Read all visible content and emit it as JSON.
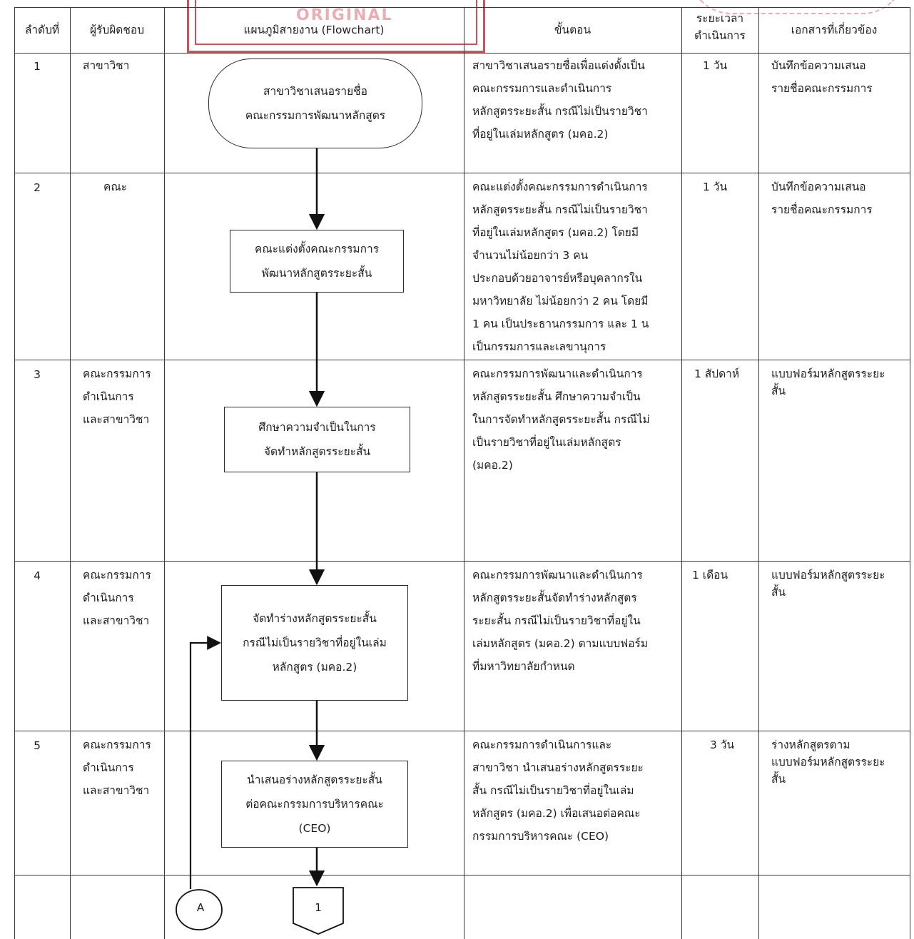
{
  "header": {
    "col_no": "ลำดับที่",
    "col_responsible": "ผู้รับผิดชอบ",
    "col_flowchart": "แผนภูมิสายงาน (Flowchart)",
    "col_steps": "ขั้นตอน",
    "col_duration": "ระยะเวลา\nดำเนินการ",
    "col_documents": "เอกสารที่เกี่ยวข้อง"
  },
  "stamp": {
    "word": "ORIGINAL"
  },
  "rows": [
    {
      "no": "1",
      "responsible": "สาขาวิชา",
      "node": "สาขาวิชาเสนอรายชื่อ\nคณะกรรมการพัฒนาหลักสูตร",
      "step": "สาขาวิชาเสนอรายชื่อเพื่อแต่งตั้งเป็น\nคณะกรรมการและดำเนินการ\nหลักสูตรระยะสั้น กรณีไม่เป็นรายวิชา\nที่อยู่ในเล่มหลักสูตร (มคอ.2)",
      "duration": "1 วัน",
      "document": "บันทึกข้อความเสนอ\nรายชื่อคณะกรรมการ"
    },
    {
      "no": "2",
      "responsible": "คณะ",
      "node": "คณะแต่งตั้งคณะกรรมการ\nพัฒนาหลักสูตรระยะสั้น",
      "step": "คณะแต่งตั้งคณะกรรมการดำเนินการ\nหลักสูตรระยะสั้น กรณีไม่เป็นรายวิชา\nที่อยู่ในเล่มหลักสูตร (มคอ.2) โดยมี\nจำนวนไม่น้อยกว่า 3 คน\nประกอบด้วยอาจารย์หรือบุคลากรใน\nมหาวิทยาลัย ไม่น้อยกว่า 2 คน โดยมี\n1 คน เป็นประธานกรรมการ และ 1 น\nเป็นกรรมการและเลขานุการ",
      "duration": "1 วัน",
      "document": "บันทึกข้อความเสนอ\nรายชื่อคณะกรรมการ"
    },
    {
      "no": "3",
      "responsible": "คณะกรรมการ\nดำเนินการ\nและสาขาวิชา",
      "node": "ศึกษาความจำเป็นในการ\nจัดทำหลักสูตรระยะสั้น",
      "step": "คณะกรรมการพัฒนาและดำเนินการ\nหลักสูตรระยะสั้น ศึกษาความจำเป็น\nในการจัดทำหลักสูตรระยะสั้น กรณีไม่\nเป็นรายวิชาที่อยู่ในเล่มหลักสูตร\n(มคอ.2)",
      "duration": "1 สัปดาห์",
      "document": "แบบฟอร์มหลักสูตรระยะ\nสั้น"
    },
    {
      "no": "4",
      "responsible": "คณะกรรมการ\nดำเนินการ\nและสาขาวิชา",
      "node": "จัดทำร่างหลักสูตรระยะสั้น\nกรณีไม่เป็นรายวิชาที่อยู่ในเล่ม\nหลักสูตร (มคอ.2)",
      "step": "คณะกรรมการพัฒนาและดำเนินการ\nหลักสูตรระยะสั้นจัดทำร่างหลักสูตร\nระยะสั้น กรณีไม่เป็นรายวิชาที่อยู่ใน\nเล่มหลักสูตร (มคอ.2) ตามแบบฟอร์ม\nที่มหาวิทยาลัยกำหนด",
      "duration": "1 เดือน",
      "document": "แบบฟอร์มหลักสูตรระยะ\nสั้น"
    },
    {
      "no": "5",
      "responsible": "คณะกรรมการ\nดำเนินการ\nและสาขาวิชา",
      "node": "นำเสนอร่างหลักสูตรระยะสั้น\nต่อคณะกรรมการบริหารคณะ\n(CEO)",
      "step": "คณะกรรมการดำเนินการและ\nสาขาวิชา นำเสนอร่างหลักสูตรระยะ\nสั้น กรณีไม่เป็นรายวิชาที่อยู่ในเล่ม\nหลักสูตร (มคอ.2) เพื่อเสนอต่อคณะ\nกรรมการบริหารคณะ (CEO)",
      "duration": "3 วัน",
      "document": "ร่างหลักสูตรตาม\nแบบฟอร์มหลักสูตรระยะ\nสั้น"
    }
  ],
  "connectors": {
    "circle_label": "A",
    "offpage_label": "1"
  }
}
